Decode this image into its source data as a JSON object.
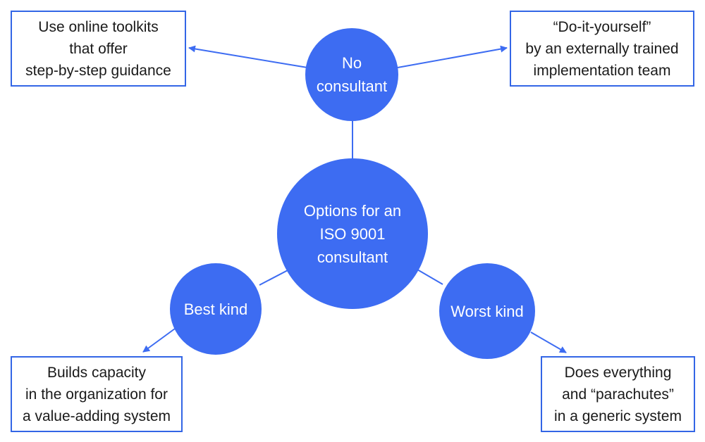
{
  "colors": {
    "node_fill": "#3d6cf2",
    "box_border": "#3366e6",
    "connector": "#3d6cf2",
    "box_text": "#1a1a1a",
    "node_text": "#ffffff"
  },
  "center": {
    "lines": [
      "Options for an",
      "ISO 9001",
      "consultant"
    ]
  },
  "nodes": {
    "no_consultant": {
      "lines": [
        "No",
        "consultant"
      ]
    },
    "best_kind": {
      "lines": [
        "Best kind"
      ]
    },
    "worst_kind": {
      "lines": [
        "Worst kind"
      ]
    }
  },
  "boxes": {
    "online_toolkits": {
      "lines": [
        "Use online toolkits",
        "that offer",
        "step-by-step guidance"
      ]
    },
    "do_it_yourself": {
      "lines": [
        "“Do-it-yourself”",
        "by an externally trained",
        "implementation team"
      ]
    },
    "builds_capacity": {
      "lines": [
        "Builds capacity",
        "in the organization for",
        "a value-adding system"
      ]
    },
    "does_everything": {
      "lines": [
        "Does everything",
        "and “parachutes”",
        "in a generic system"
      ]
    }
  }
}
